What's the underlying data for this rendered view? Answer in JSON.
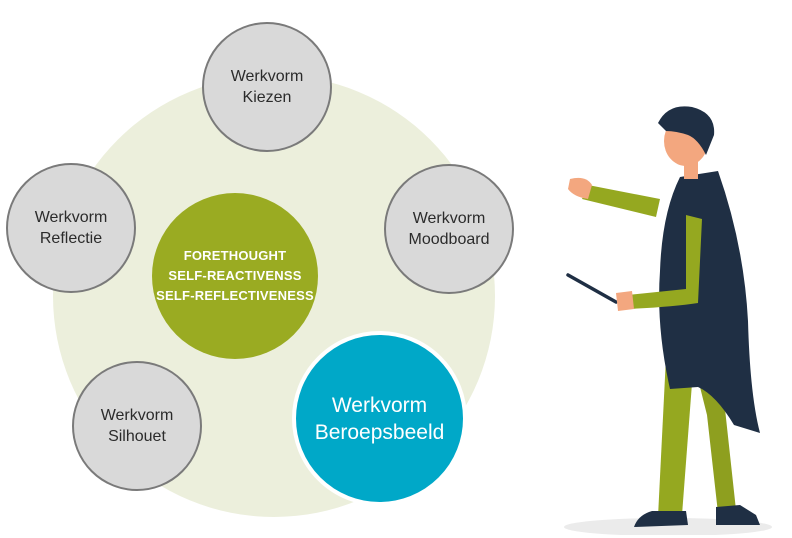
{
  "diagram": {
    "center": {
      "lines": [
        "FORETHOUGHT",
        "SELF-REACTIVENSS",
        "SELF-REFLECTIVENESS"
      ]
    },
    "nodes": {
      "kiezen": {
        "line1": "Werkvorm",
        "line2": "Kiezen"
      },
      "moodboard": {
        "line1": "Werkvorm",
        "line2": "Moodboard"
      },
      "reflectie": {
        "line1": "Werkvorm",
        "line2": "Reflectie"
      },
      "silhouet": {
        "line1": "Werkvorm",
        "line2": "Silhouet"
      },
      "beroepsbeeld": {
        "line1": "Werkvorm",
        "line2": "Beroepsbeeld"
      }
    },
    "colors": {
      "background_disc": "#ecefdc",
      "center": "#9aab22",
      "active_node": "#00a8c8",
      "inactive_node": "#d9d9d9",
      "figure_cape": "#1f2f44",
      "figure_body": "#95a820",
      "figure_skin": "#f3a77f"
    },
    "illustration": "presenter-figure-with-pointer"
  }
}
